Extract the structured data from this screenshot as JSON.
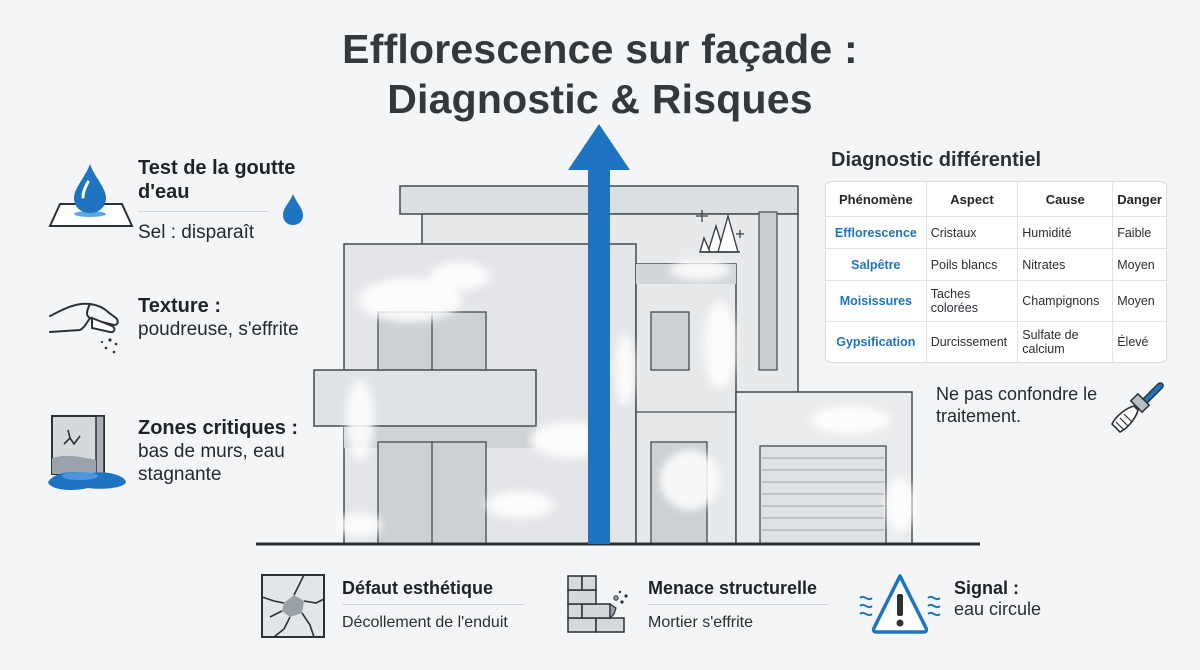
{
  "title": {
    "line1": "Efflorescence sur façade :",
    "line2": "Diagnostic & Risques"
  },
  "left_items": [
    {
      "heading": "Test de la goutte d'eau",
      "text": "Sel : disparaît",
      "icon": "water-drop-icon"
    },
    {
      "heading": "Texture :",
      "text": "poudreuse, s'effrite",
      "icon": "hand-rubbing-icon"
    },
    {
      "heading": "Zones critiques :",
      "text": "bas de murs, eau stagnante",
      "icon": "wall-base-puddle-icon"
    }
  ],
  "diagnostic": {
    "title": "Diagnostic différentiel",
    "columns": [
      "Phénomène",
      "Aspect",
      "Cause",
      "Danger"
    ],
    "rows": [
      [
        "Efflorescence",
        "Cristaux",
        "Humidité",
        "Faible"
      ],
      [
        "Salpêtre",
        "Poils blancs",
        "Nitrates",
        "Moyen"
      ],
      [
        "Moisissures",
        "Taches colorées",
        "Champignons",
        "Moyen"
      ],
      [
        "Gypsification",
        "Durcissement",
        "Sulfate de calcium",
        "Élevé"
      ]
    ]
  },
  "note": {
    "text": "Ne pas confondre le traitement.",
    "icon": "paintbrush-icon"
  },
  "bottom_items": [
    {
      "heading": "Défaut esthétique",
      "text": "Décollement de l'enduit",
      "icon": "cracked-plaster-icon"
    },
    {
      "heading": "Menace structurelle",
      "text": "Mortier s'effrite",
      "icon": "crumbling-bricks-icon"
    },
    {
      "heading": "Signal :",
      "text": "eau circule",
      "icon": "warning-triangle-icon"
    }
  ],
  "colors": {
    "accent_blue": "#1f74c2",
    "text_dark": "#33383d",
    "background": "#f4f5f6"
  }
}
